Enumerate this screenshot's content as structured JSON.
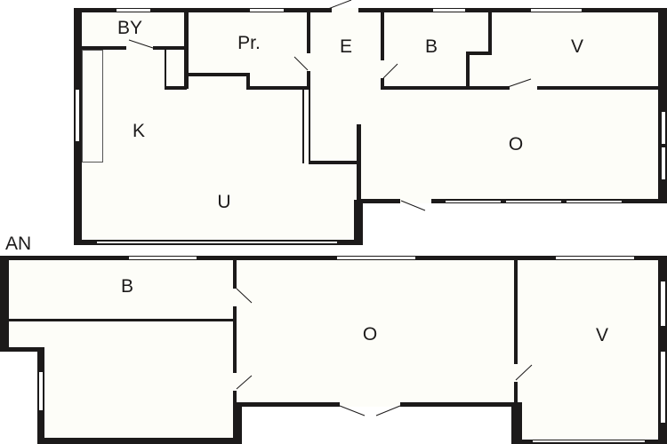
{
  "colors": {
    "wall": "#1c1a1a",
    "floor": "#fdfdf8",
    "background": "#ffffff"
  },
  "upper_floor": {
    "rooms": [
      {
        "id": "by",
        "label": "BY"
      },
      {
        "id": "pr",
        "label": "Pr."
      },
      {
        "id": "e",
        "label": "E"
      },
      {
        "id": "b",
        "label": "B"
      },
      {
        "id": "v",
        "label": "V"
      },
      {
        "id": "k",
        "label": "K"
      },
      {
        "id": "u",
        "label": "U"
      },
      {
        "id": "o",
        "label": "O"
      }
    ]
  },
  "lower_floor": {
    "title": "AN",
    "rooms": [
      {
        "id": "b",
        "label": "B"
      },
      {
        "id": "o",
        "label": "O"
      },
      {
        "id": "v",
        "label": "V"
      }
    ]
  }
}
